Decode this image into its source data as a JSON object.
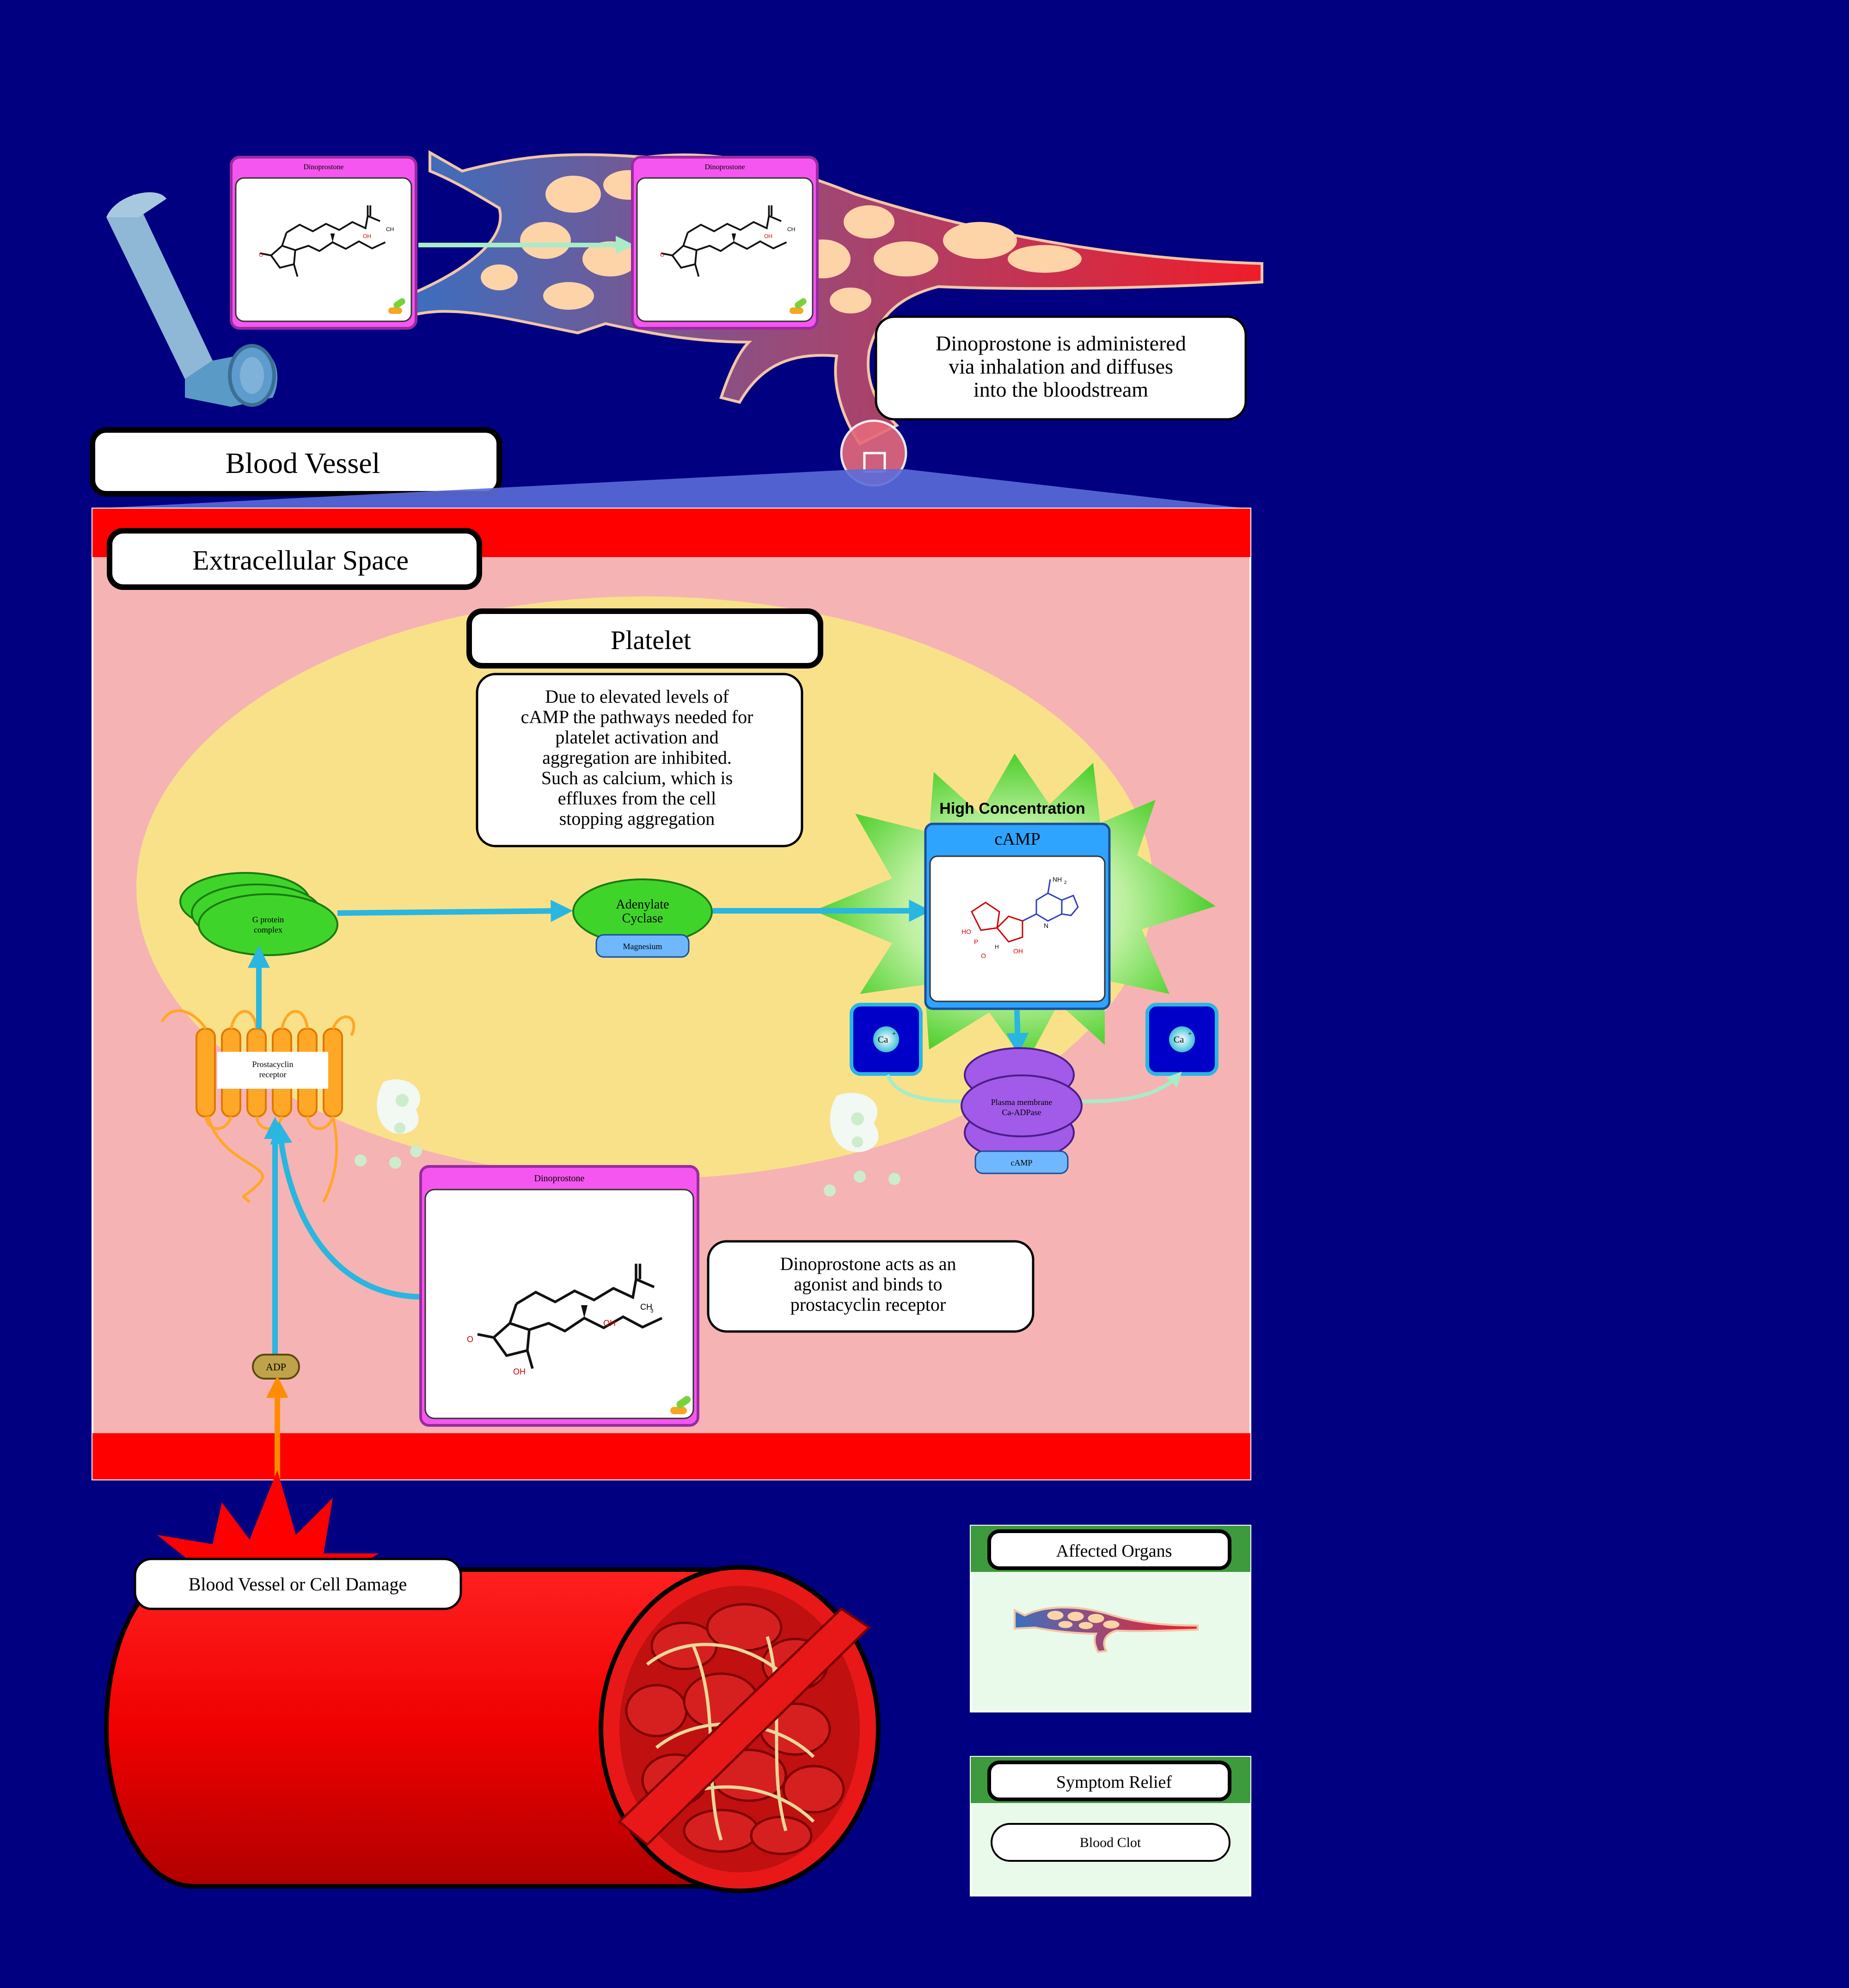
{
  "colors": {
    "background": "#000080",
    "vessel_red": "#e0242c",
    "extracellular": "#f6b3b3",
    "platelet": "#f9e18a",
    "arrow_blue": "#29b6e0",
    "arrow_orange": "#ff8c00",
    "drug_header": "#f556f0",
    "camp_header": "#2ea4ff",
    "panel_green": "#3d9a3d"
  },
  "labels": {
    "blood_vessel": "Blood Vessel",
    "extracellular_space": "Extracellular Space",
    "platelet": "Platelet",
    "high_concentration": "High Concentration",
    "affected_organs": "Affected Organs",
    "symptom_relief": "Symptom Relief",
    "blood_clot": "Blood Clot",
    "damage": "Blood Vessel or Cell Damage"
  },
  "callouts": {
    "inhalation": [
      "Dinoprostone is administered",
      "via inhalation and diffuses",
      "into the bloodstream"
    ],
    "camp_effect": [
      "Due to elevated levels of",
      "cAMP the pathways needed for",
      "platelet activation and",
      "aggregation are inhibited.",
      "Such as calcium, which is",
      "effluxes from the cell",
      "stopping aggregation"
    ],
    "agonist": [
      "Dinoprostone acts as an",
      "agonist and binds to",
      "prostacyclin receptor"
    ]
  },
  "drug": {
    "name": "Dinoprostone",
    "atoms": {
      "oh": "OH",
      "ch3": "CH",
      "ch3_sub": "3",
      "o": "O"
    }
  },
  "molecules": {
    "camp": "cAMP",
    "camp_atoms": {
      "nh2": "NH",
      "nh2_sub": "2",
      "oh": "OH",
      "ho": "HO",
      "h": "H",
      "o": "O",
      "p": "P",
      "n": "N"
    },
    "g_protein": [
      "G protein",
      "complex"
    ],
    "adenylate": [
      "Adenylate",
      "Cyclase"
    ],
    "magnesium": "Magnesium",
    "receptor": [
      "Prostacyclin",
      "receptor"
    ],
    "pmca": [
      "Plasma membrane",
      "Ca-ADPase"
    ],
    "pmca_camp": "cAMP",
    "ca": "Ca",
    "ca_charge": "+",
    "adp": "ADP"
  }
}
